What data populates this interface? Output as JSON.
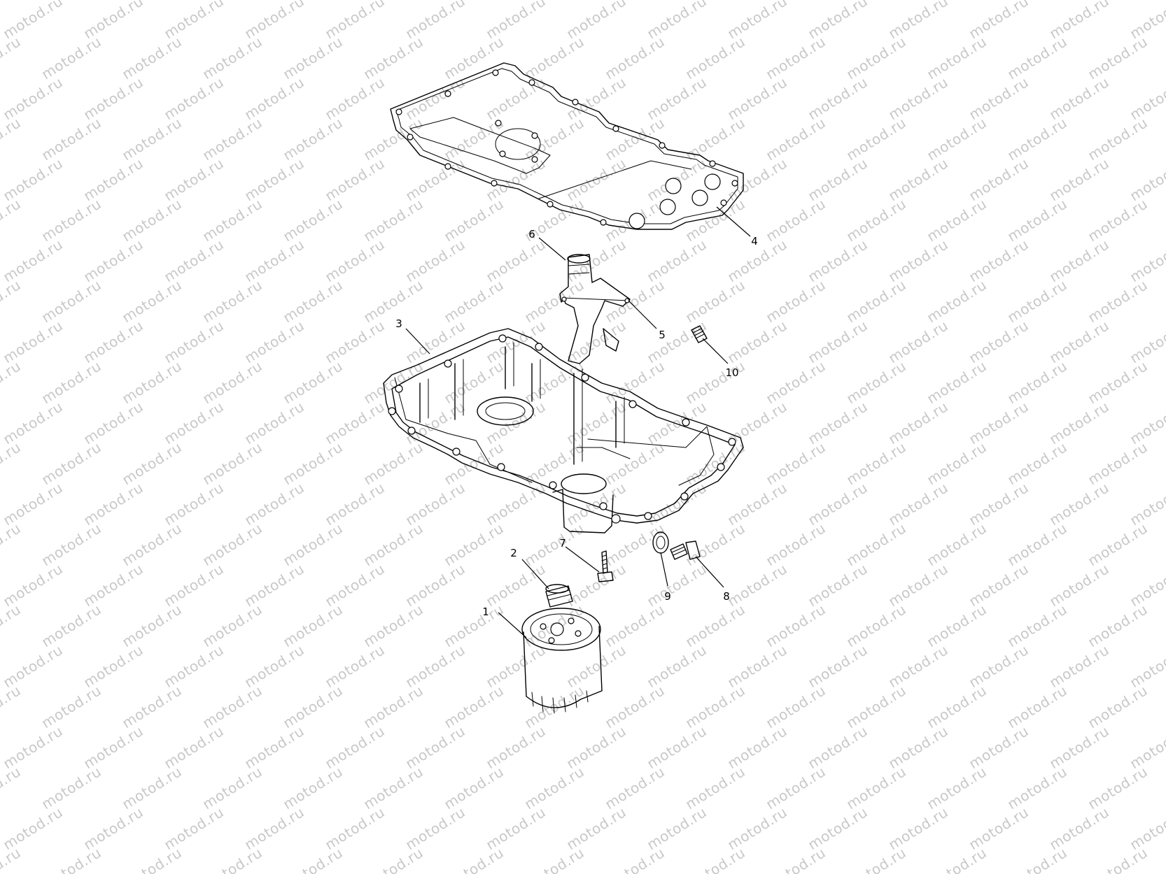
{
  "watermark": {
    "text": "motod.ru"
  },
  "callouts": [
    {
      "id": "1",
      "label": "1"
    },
    {
      "id": "2",
      "label": "2"
    },
    {
      "id": "3",
      "label": "3"
    },
    {
      "id": "4",
      "label": "4"
    },
    {
      "id": "5",
      "label": "5"
    },
    {
      "id": "6",
      "label": "6"
    },
    {
      "id": "7",
      "label": "7"
    },
    {
      "id": "8",
      "label": "8"
    },
    {
      "id": "9",
      "label": "9"
    },
    {
      "id": "10",
      "label": "10"
    }
  ]
}
